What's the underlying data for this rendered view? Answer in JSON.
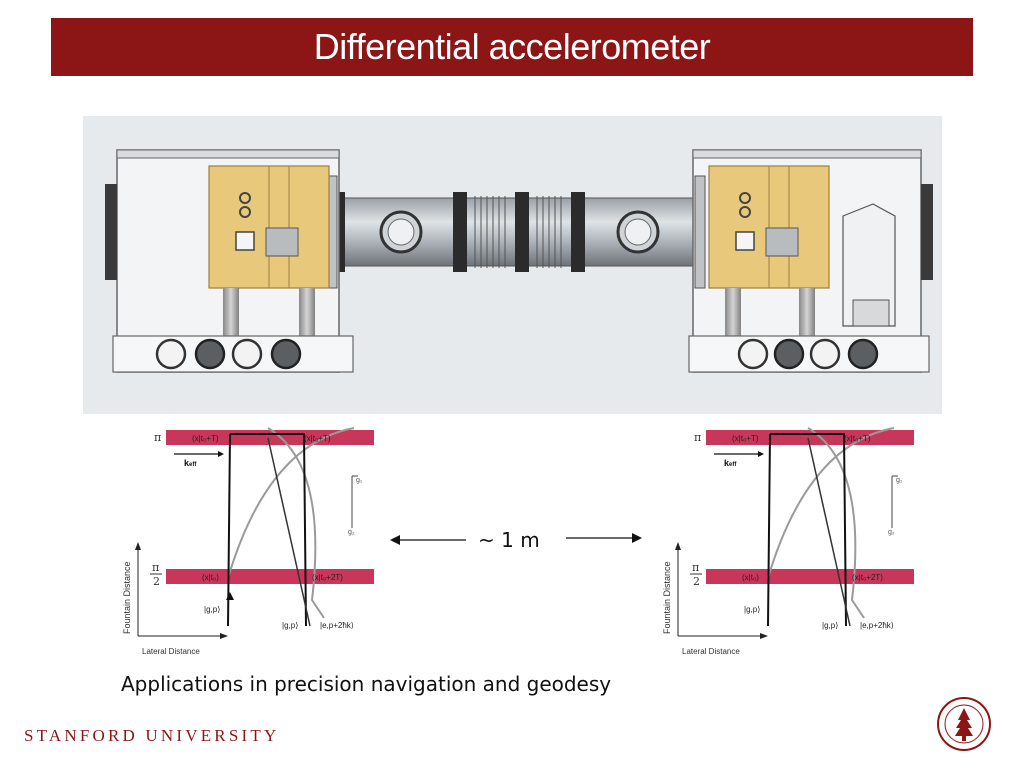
{
  "slide": {
    "title": "Differential accelerometer",
    "caption": "Applications in precision navigation and geodesy",
    "footer": "STANFORD UNIVERSITY",
    "separation_label": "~ 1 m"
  },
  "fountain_diagram": {
    "pi_label": "π",
    "half_pi_num": "π",
    "half_pi_den": "2",
    "keff_label": "k",
    "keff_sub": "eff",
    "ylabel": "Fountain Distance",
    "xlabel": "Lateral Distance",
    "top_left_label": "(x|t₀+T)",
    "top_right_label": "(x|t₀+T)",
    "bottom_left_label": "(x|t₀)",
    "bottom_right_label": "(x|t₀+2T)",
    "g_up_label": "g₁",
    "g_down_label": "g₂",
    "state_left": "|g,p⟩",
    "state_mid": "|g,p⟩",
    "state_right": "|e,p+2ħk⟩"
  },
  "colors": {
    "stanford_red": "#8c1515",
    "beam": "#c8375a",
    "panel_yellow": "#e8c97c"
  }
}
